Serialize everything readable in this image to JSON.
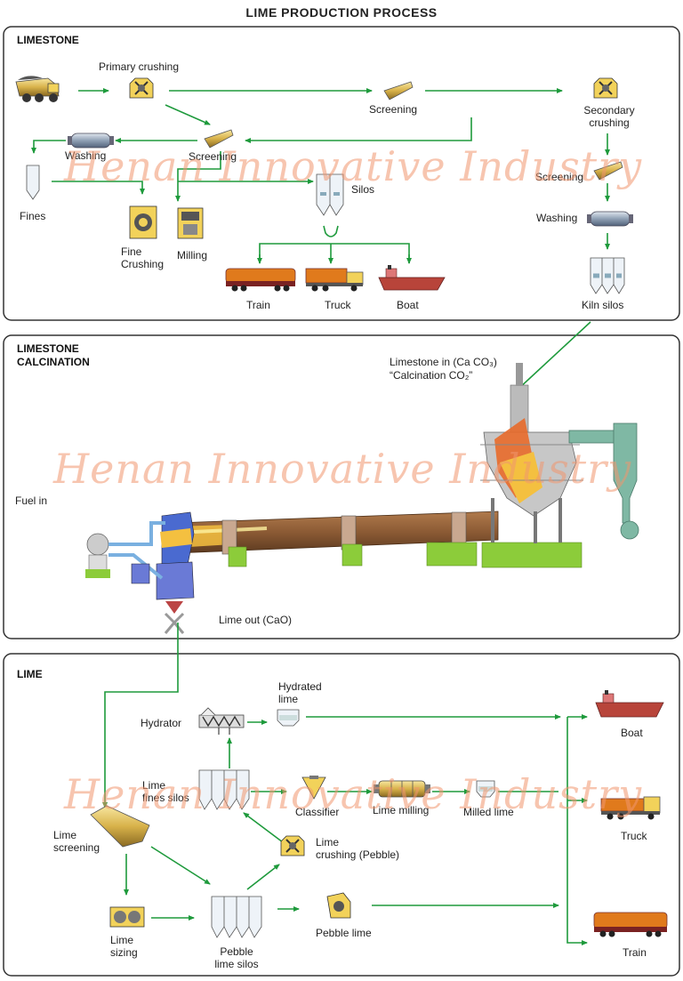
{
  "title": "LIME PRODUCTION PROCESS",
  "watermark": "Henan Innovative Industry",
  "colors": {
    "flow": "#1e9a3c",
    "frame": "#333333",
    "accent_yellow": "#f2d25a",
    "kiln": "#8b5a34",
    "base_green": "#8ccc3a",
    "cyclone": "#7fb8a4"
  },
  "sections": {
    "limestone": {
      "title": "LIMESTONE",
      "labels": {
        "primary_crushing": "Primary crushing",
        "screening_1": "Screening",
        "secondary_crushing": [
          "Secondary",
          "crushing"
        ],
        "washing_1": "Washing",
        "screening_2": "Screening",
        "fines": "Fines",
        "silos": "Silos",
        "screening_3": "Screening",
        "washing_2": "Washing",
        "fine_crushing": [
          "Fine",
          "Crushing"
        ],
        "milling": "Milling",
        "train": "Train",
        "truck": "Truck",
        "boat": "Boat",
        "kiln_silos": "Kiln silos"
      }
    },
    "calcination": {
      "title": [
        "LIMESTONE",
        "CALCINATION"
      ],
      "labels": {
        "limestone_in": "Limestone in (Ca CO₃)",
        "calcination_co2": "“Calcination CO₂”",
        "fuel_in": "Fuel in",
        "lime_out": "Lime out (CaO)"
      }
    },
    "lime": {
      "title": "LIME",
      "labels": {
        "hydrated_lime": [
          "Hydrated",
          "lime"
        ],
        "hydrator": "Hydrator",
        "boat": "Boat",
        "lime_fines_silos": [
          "Lime",
          "fines silos"
        ],
        "classifier": "Classifier",
        "lime_milling": "Lime milling",
        "milled_lime": "Milled lime",
        "truck": "Truck",
        "lime_screening": [
          "Lime",
          "screening"
        ],
        "lime_crushing": [
          "Lime",
          "crushing (Pebble)"
        ],
        "lime_sizing": [
          "Lime",
          "sizing"
        ],
        "pebble_lime_silos": [
          "Pebble",
          "lime silos"
        ],
        "pebble_lime": "Pebble lime",
        "train": "Train"
      }
    }
  }
}
